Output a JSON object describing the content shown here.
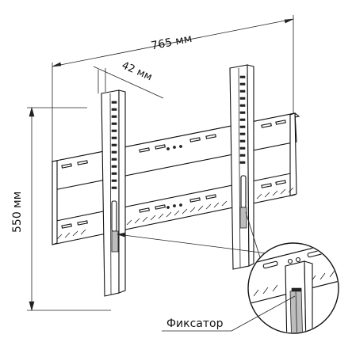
{
  "dimensions": {
    "width_label": "765 мм",
    "depth_label": "42 мм",
    "height_label": "550 мм"
  },
  "callout": {
    "label": "Фиксатор"
  },
  "colors": {
    "line": "#111111",
    "fill": "#ffffff",
    "shade": "#bdbdbd"
  }
}
